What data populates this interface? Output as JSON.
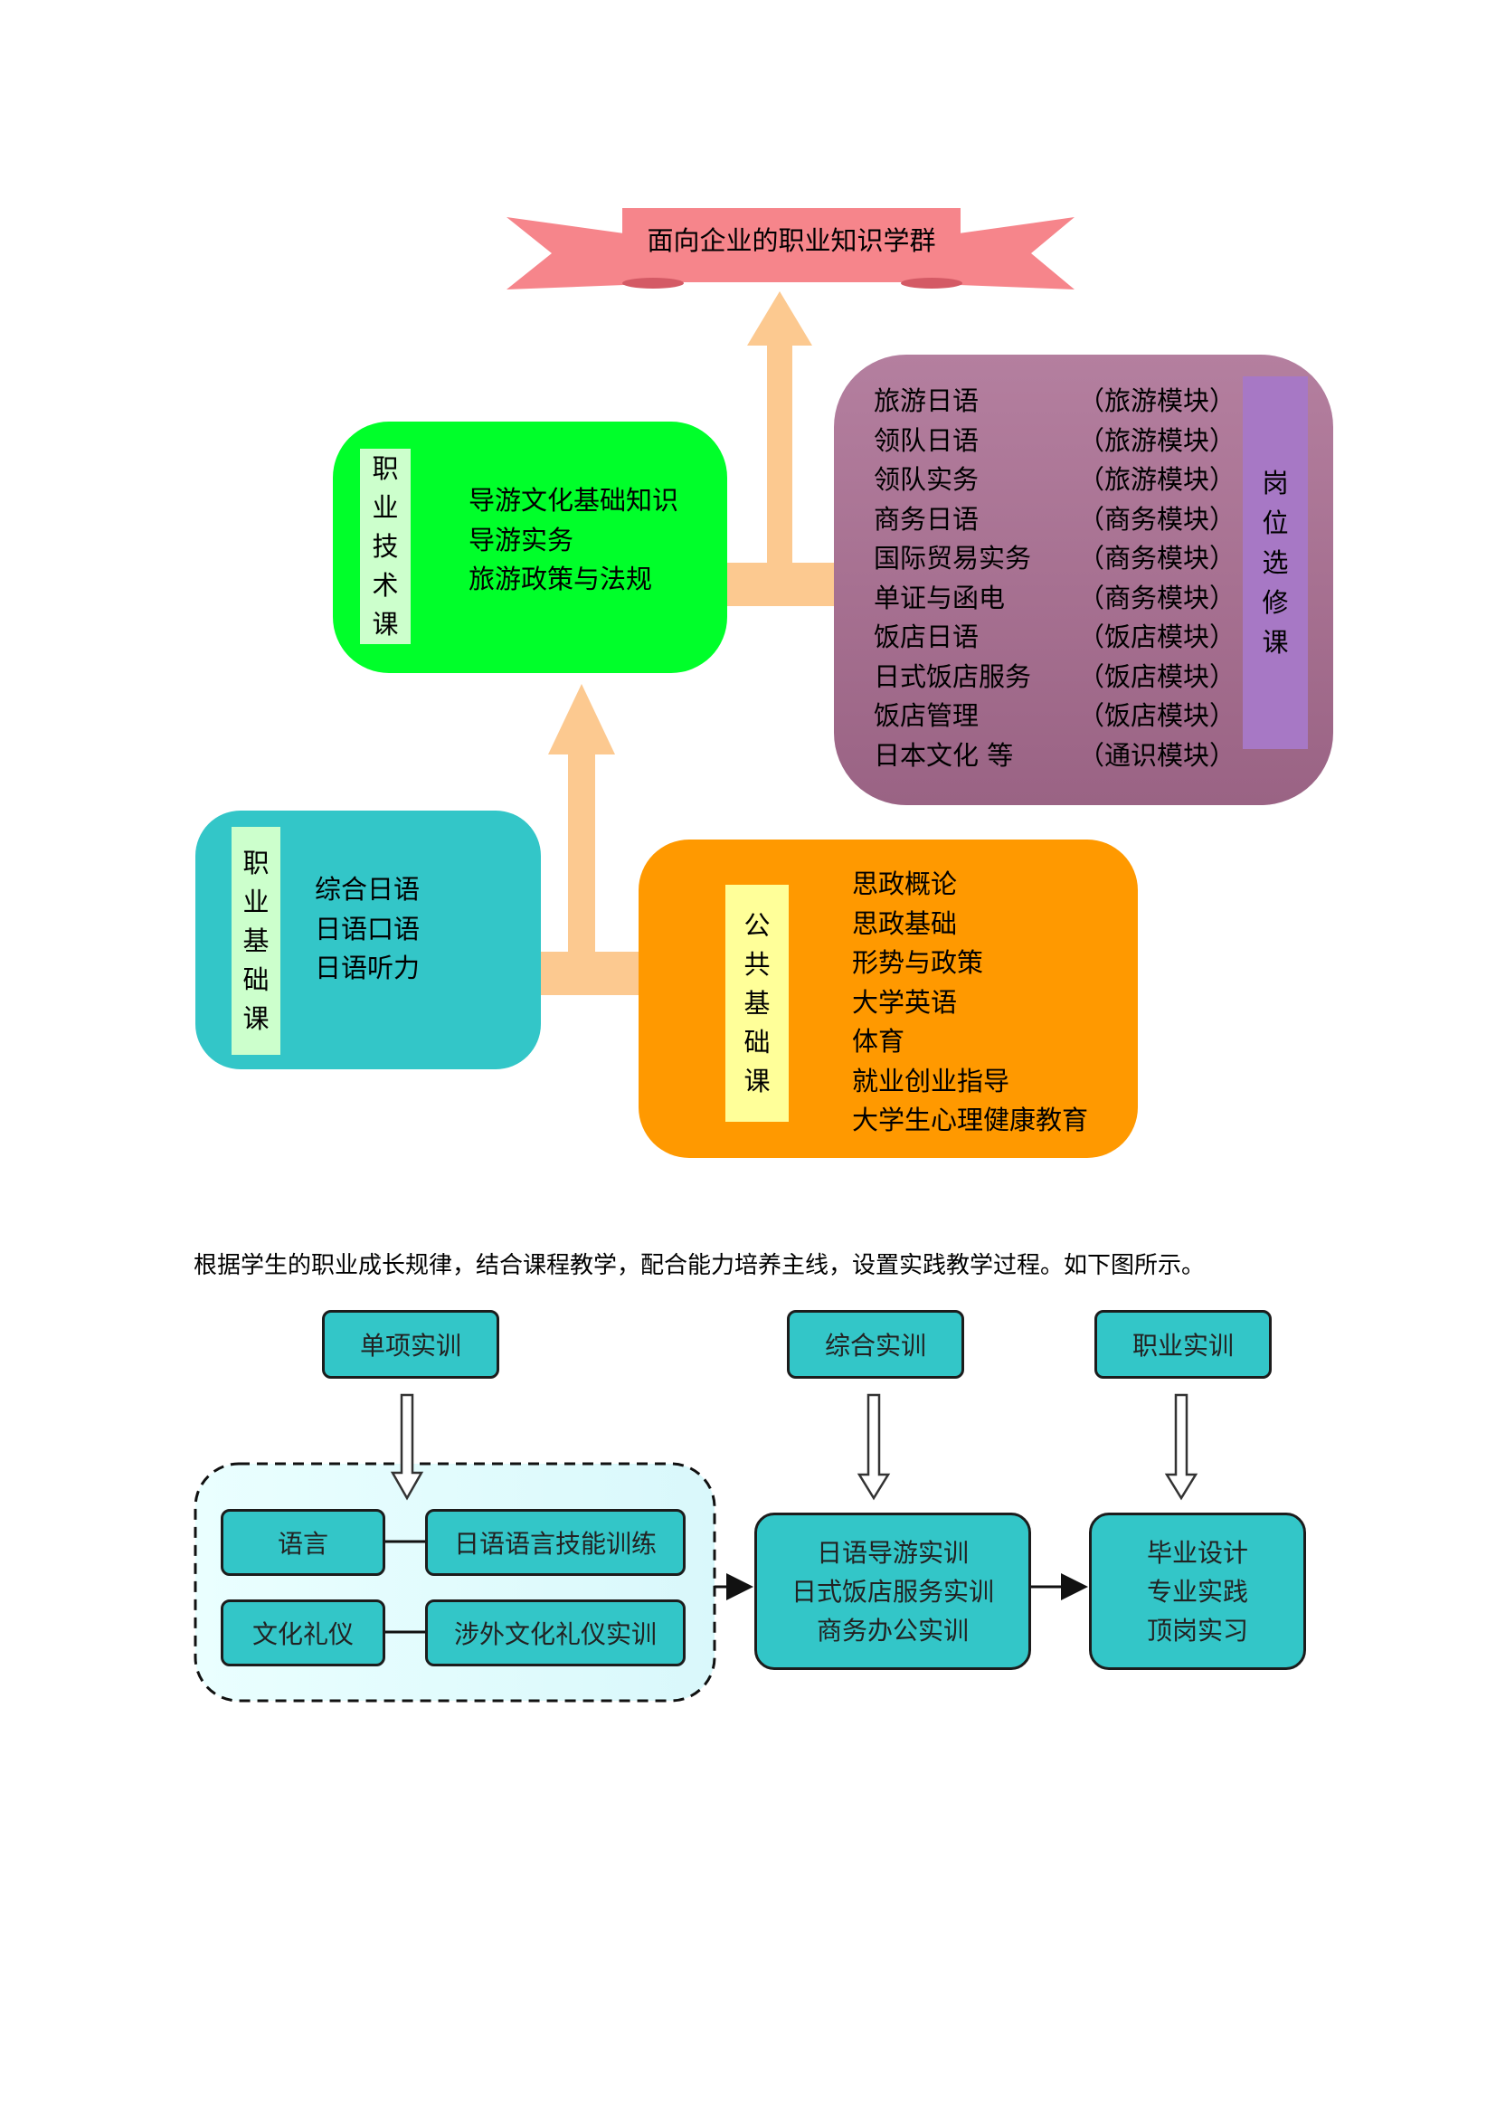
{
  "banner": {
    "title": "面向企业的职业知识学群"
  },
  "vocational_tech": {
    "label": [
      "职",
      "业",
      "技",
      "术",
      "课"
    ],
    "items": [
      "导游文化基础知识",
      "导游实务",
      "旅游政策与法规"
    ]
  },
  "elective": {
    "label": [
      "岗",
      "位",
      "选",
      "修",
      "课"
    ],
    "rows": [
      {
        "course": "旅游日语",
        "module": "（旅游模块）"
      },
      {
        "course": "领队日语",
        "module": "（旅游模块）"
      },
      {
        "course": "领队实务",
        "module": "（旅游模块）"
      },
      {
        "course": "商务日语",
        "module": "（商务模块）"
      },
      {
        "course": "国际贸易实务",
        "module": "（商务模块）"
      },
      {
        "course": "单证与函电",
        "module": "（商务模块）"
      },
      {
        "course": "饭店日语",
        "module": "（饭店模块）"
      },
      {
        "course": "日式饭店服务",
        "module": "（饭店模块）"
      },
      {
        "course": "饭店管理",
        "module": "（饭店模块）"
      },
      {
        "course": "日本文化  等",
        "module": "（通识模块）"
      }
    ]
  },
  "vocational_basic": {
    "label": [
      "职",
      "业",
      "基",
      "础",
      "课"
    ],
    "items": [
      "综合日语",
      "日语口语",
      "日语听力"
    ]
  },
  "public_basic": {
    "label": [
      "公",
      "共",
      "基",
      "础",
      "课"
    ],
    "items": [
      "思政概论",
      "思政基础",
      "形势与政策",
      "大学英语",
      "体育",
      "就业创业指导",
      "大学生心理健康教育"
    ]
  },
  "paragraph": "根据学生的职业成长规律，结合课程教学，配合能力培养主线，设置实践教学过程。如下图所示。",
  "practice": {
    "stage1": "单项实训",
    "stage2": "综合实训",
    "stage3": "职业实训",
    "language": "语言",
    "language_training": "日语语言技能训练",
    "etiquette": "文化礼仪",
    "etiquette_training": "涉外文化礼仪实训",
    "comprehensive": [
      "日语导游实训",
      "日式饭店服务实训",
      "商务办公实训"
    ],
    "professional": [
      "毕业设计",
      "专业实践",
      "顶岗实习"
    ]
  },
  "colors": {
    "banner": "#f6858b",
    "tech": "#00ff2a",
    "elective": "#b27d9c",
    "basic": "#33c6c8",
    "public": "#ff9900",
    "arrow": "#fcc990",
    "label_bg": "#ccffcc",
    "elective_label_bg": "#a778c5",
    "public_label_bg": "#ffff99"
  }
}
